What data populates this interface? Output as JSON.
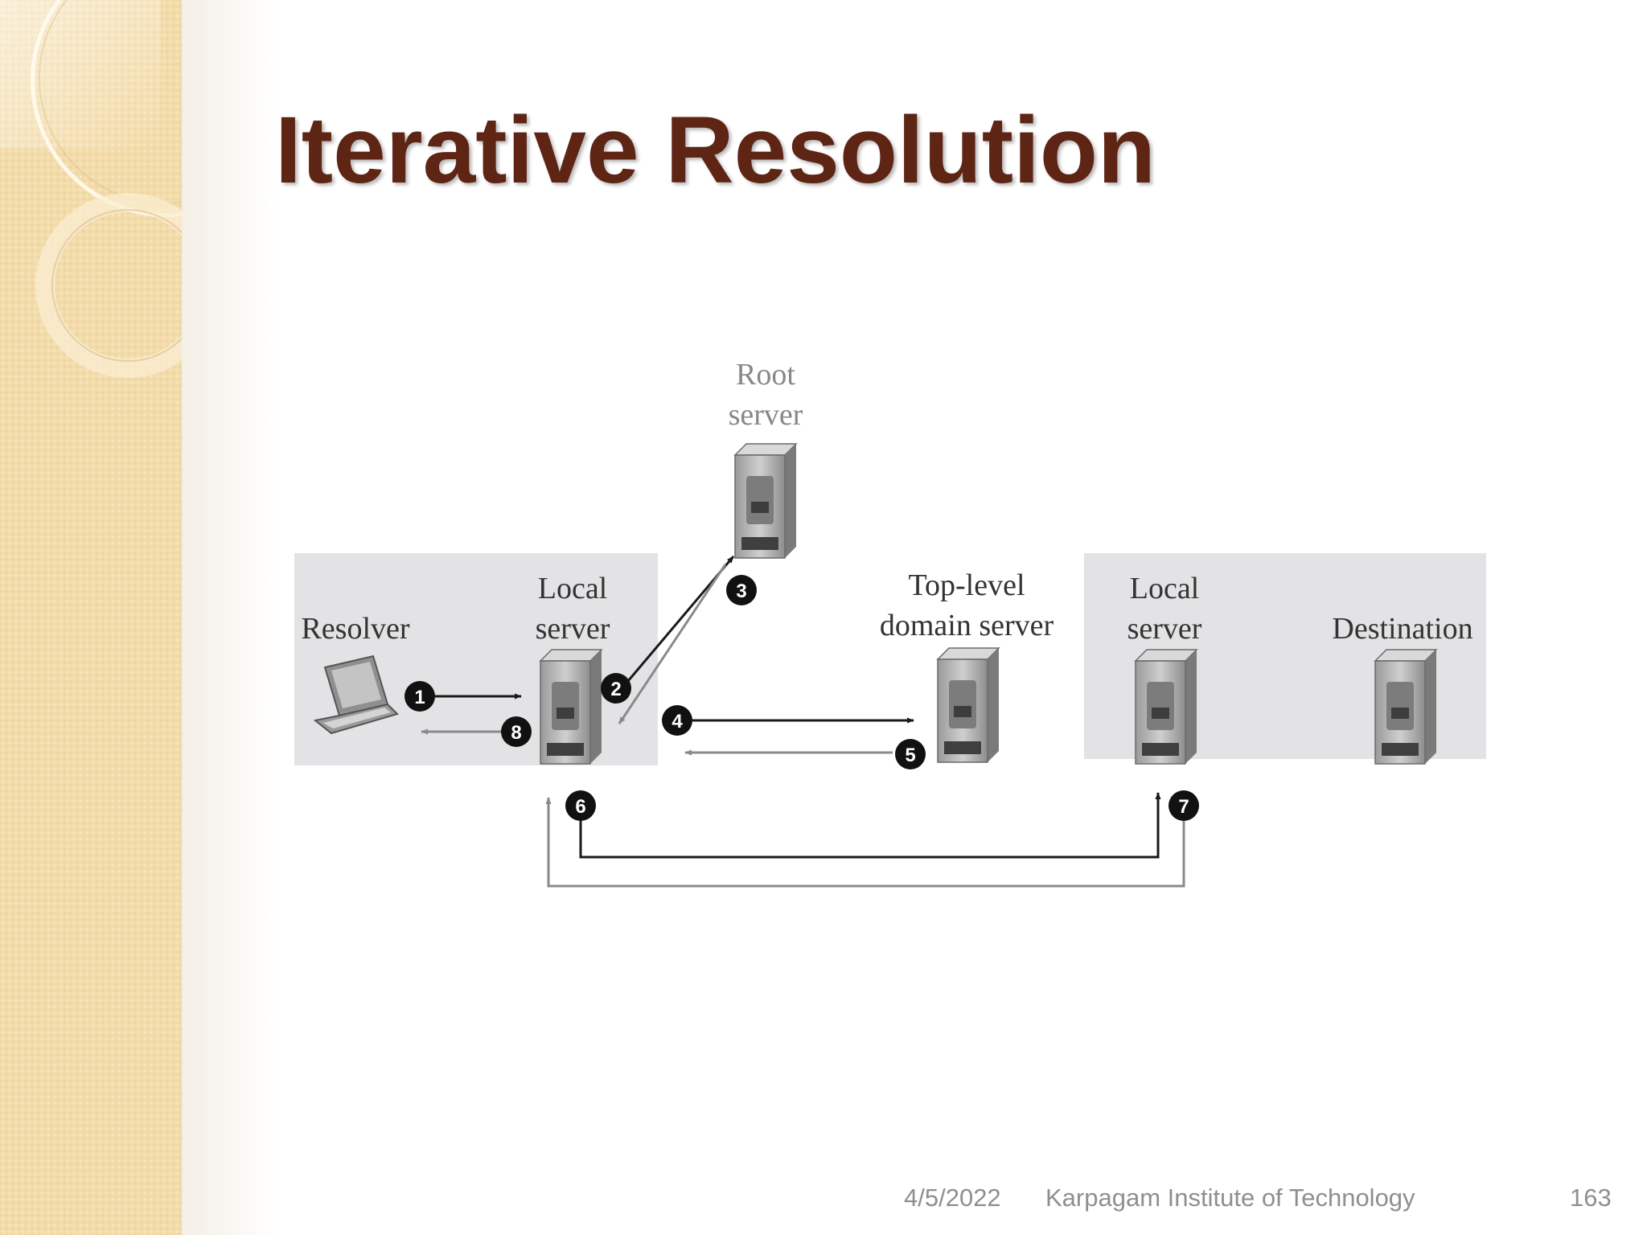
{
  "slide": {
    "title": "Iterative Resolution",
    "footer": {
      "date": "4/5/2022",
      "organization": "Karpagam Institute of Technology",
      "page_number": "163"
    }
  },
  "diagram": {
    "nodes": {
      "resolver": {
        "label": "Resolver",
        "icon": "laptop-icon"
      },
      "local_server_source": {
        "label_lines": [
          "Local",
          "server"
        ],
        "icon": "server-icon"
      },
      "root_server": {
        "label_lines": [
          "Root",
          "server"
        ],
        "icon": "server-icon"
      },
      "tld_server": {
        "label_lines": [
          "Top-level",
          "domain server"
        ],
        "icon": "server-icon"
      },
      "local_server_destination": {
        "label_lines": [
          "Local",
          "server"
        ],
        "icon": "server-icon"
      },
      "destination": {
        "label": "Destination",
        "icon": "server-icon"
      }
    },
    "steps": [
      {
        "number": "1",
        "from": "Resolver",
        "to": "Local server",
        "kind": "query"
      },
      {
        "number": "2",
        "from": "Local server",
        "to": "Root server",
        "kind": "query"
      },
      {
        "number": "3",
        "from": "Root server",
        "to": "Local server",
        "kind": "response"
      },
      {
        "number": "4",
        "from": "Local server",
        "to": "Top-level domain server",
        "kind": "query"
      },
      {
        "number": "5",
        "from": "Top-level domain server",
        "to": "Local server",
        "kind": "response"
      },
      {
        "number": "6",
        "from": "Local server",
        "to": "Local server (destination)",
        "kind": "query"
      },
      {
        "number": "7",
        "from": "Local server (destination)",
        "to": "Local server",
        "kind": "response"
      },
      {
        "number": "8",
        "from": "Local server",
        "to": "Resolver",
        "kind": "response"
      }
    ],
    "colors": {
      "query_arrow": "#1a1a1a",
      "response_arrow": "#8a8a8a",
      "zone_fill": "#e3e3e5",
      "title": "#5e2414",
      "sidebar": "#f3dcaa"
    }
  }
}
